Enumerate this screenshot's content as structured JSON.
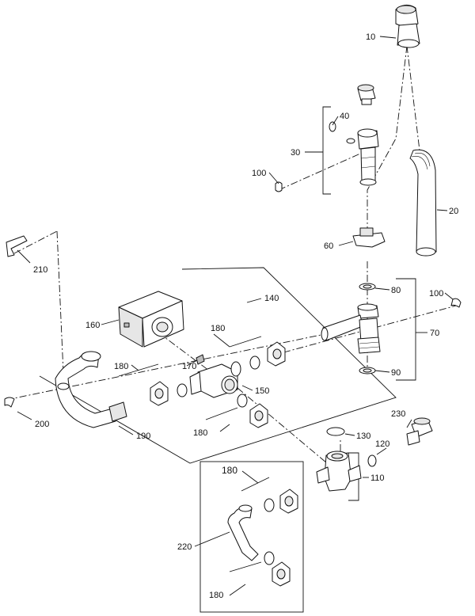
{
  "labels": {
    "p10": "10",
    "p20": "20",
    "p30": "30",
    "p40": "40",
    "p60": "60",
    "p70": "70",
    "p80": "80",
    "p90": "90",
    "p100a": "100",
    "p100b": "100",
    "p110": "110",
    "p120": "120",
    "p130": "130",
    "p140": "140",
    "p150": "150",
    "p160": "160",
    "p170": "170",
    "p180a": "180",
    "p180b": "180",
    "p180c": "180",
    "p180d": "180",
    "p180e": "180",
    "p190": "190",
    "p200": "200",
    "p210": "210",
    "p220": "220",
    "p230": "230"
  }
}
